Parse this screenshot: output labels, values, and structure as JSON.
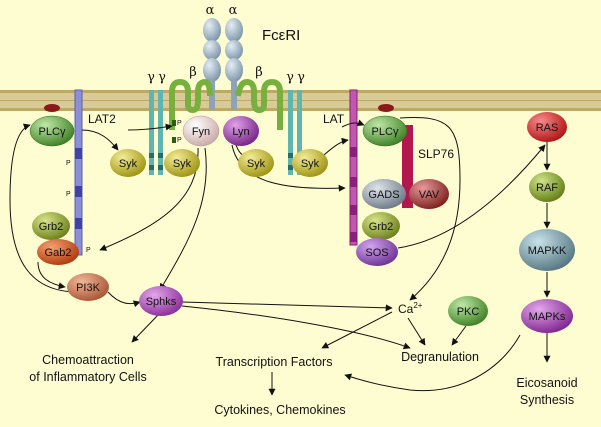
{
  "receptor": {
    "name": "FcεRI",
    "alpha": "α",
    "beta": "β",
    "gamma": "γ"
  },
  "adaptors": {
    "lat2": "LAT2",
    "lat": "LAT",
    "slp76": "SLP76",
    "p": "P"
  },
  "molecules": {
    "plcg_left": "PLCγ",
    "syk": "Syk",
    "fyn": "Fyn",
    "lyn": "Lyn",
    "plcg_right": "PLCγ",
    "grb2": "Grb2",
    "gab2": "Gab2",
    "pi3k": "PI3K",
    "sphks": "Sphks",
    "gads": "GADS",
    "vav": "VAV",
    "sos": "SOS",
    "pkc": "PKC",
    "ras": "RAS",
    "raf": "RAF",
    "mapkk": "MAPKK",
    "mapks": "MAPKs"
  },
  "calcium": {
    "base": "Ca",
    "sup": "2+"
  },
  "outcomes": {
    "chemo_line1": "Chemoattraction",
    "chemo_line2": "of Inflammatory Cells",
    "transcription": "Transcription Factors",
    "degranulation": "Degranulation",
    "cytokines": "Cytokines, Chemokines",
    "eicosanoid_line1": "Eicosanoid",
    "eicosanoid_line2": "Synthesis"
  },
  "colors": {
    "background": "#fefdd2",
    "membrane": "#d4c38c",
    "receptor_alpha": "#8da3b7",
    "receptor_beta": "#86b84a",
    "receptor_gamma": "#5fb6b0",
    "lat2": "#6f72c4",
    "lat": "#a0238c",
    "slp76": "#b3174e",
    "plcg": "#4a8f2b",
    "syk": "#b0a516",
    "fyn": "#ebd3d3",
    "lyn": "#8a2f99",
    "grb2": "#7b8f26",
    "gab2": "#c0450e",
    "pi3k": "#b8643e",
    "sphks": "#9a3aa8",
    "gads": "#7b8894",
    "vav": "#8a2424",
    "sos": "#7b3fa0",
    "pkc": "#4a8f2b",
    "ras": "#c41c1c",
    "raf": "#6f8a1e",
    "mapkk": "#5f7f88",
    "mapks": "#8a2f99"
  }
}
